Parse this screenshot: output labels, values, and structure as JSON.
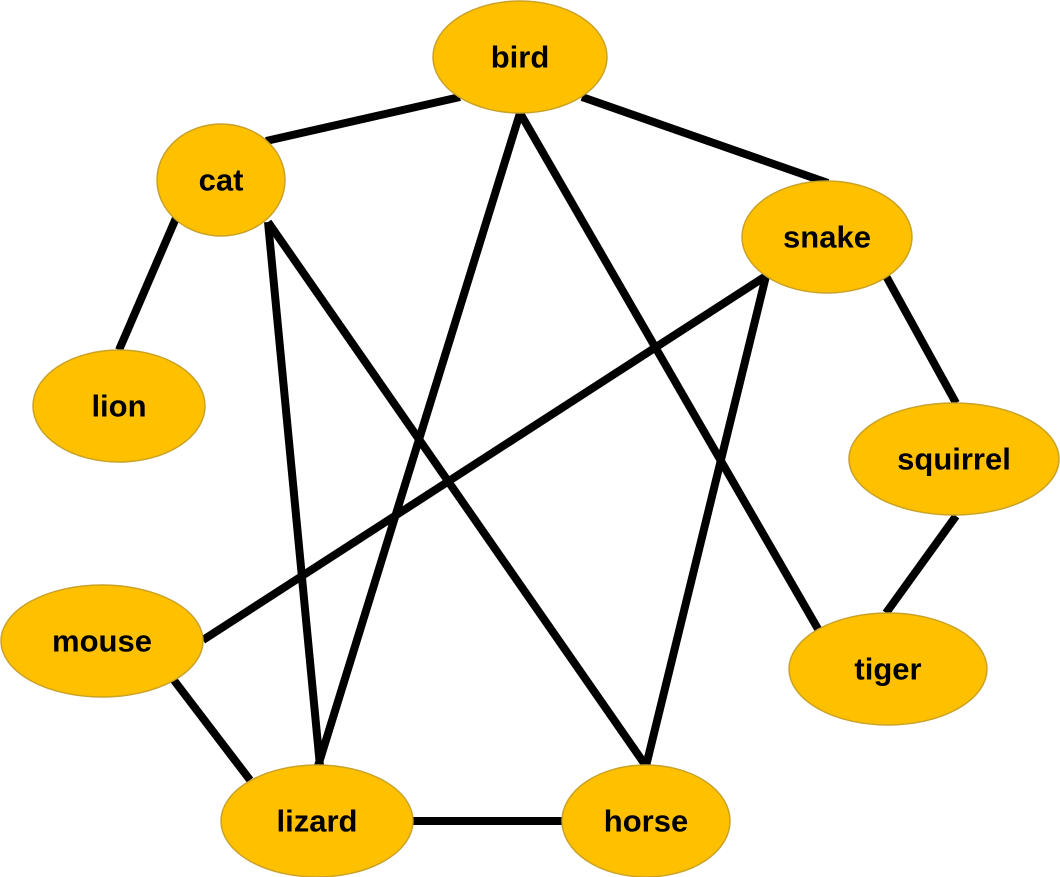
{
  "diagram": {
    "type": "undirected-graph",
    "node_color": "#FFC000",
    "edge_color": "#000000",
    "nodes": [
      {
        "id": "bird",
        "label": "bird"
      },
      {
        "id": "cat",
        "label": "cat"
      },
      {
        "id": "snake",
        "label": "snake"
      },
      {
        "id": "lion",
        "label": "lion"
      },
      {
        "id": "squirrel",
        "label": "squirrel"
      },
      {
        "id": "mouse",
        "label": "mouse"
      },
      {
        "id": "tiger",
        "label": "tiger"
      },
      {
        "id": "lizard",
        "label": "lizard"
      },
      {
        "id": "horse",
        "label": "horse"
      }
    ],
    "edges": [
      {
        "from": "bird",
        "to": "cat"
      },
      {
        "from": "bird",
        "to": "snake"
      },
      {
        "from": "bird",
        "to": "lizard"
      },
      {
        "from": "bird",
        "to": "tiger"
      },
      {
        "from": "cat",
        "to": "lion"
      },
      {
        "from": "cat",
        "to": "lizard"
      },
      {
        "from": "cat",
        "to": "horse"
      },
      {
        "from": "snake",
        "to": "mouse"
      },
      {
        "from": "snake",
        "to": "horse"
      },
      {
        "from": "snake",
        "to": "squirrel"
      },
      {
        "from": "squirrel",
        "to": "tiger"
      },
      {
        "from": "mouse",
        "to": "lizard"
      },
      {
        "from": "lizard",
        "to": "horse"
      }
    ]
  }
}
